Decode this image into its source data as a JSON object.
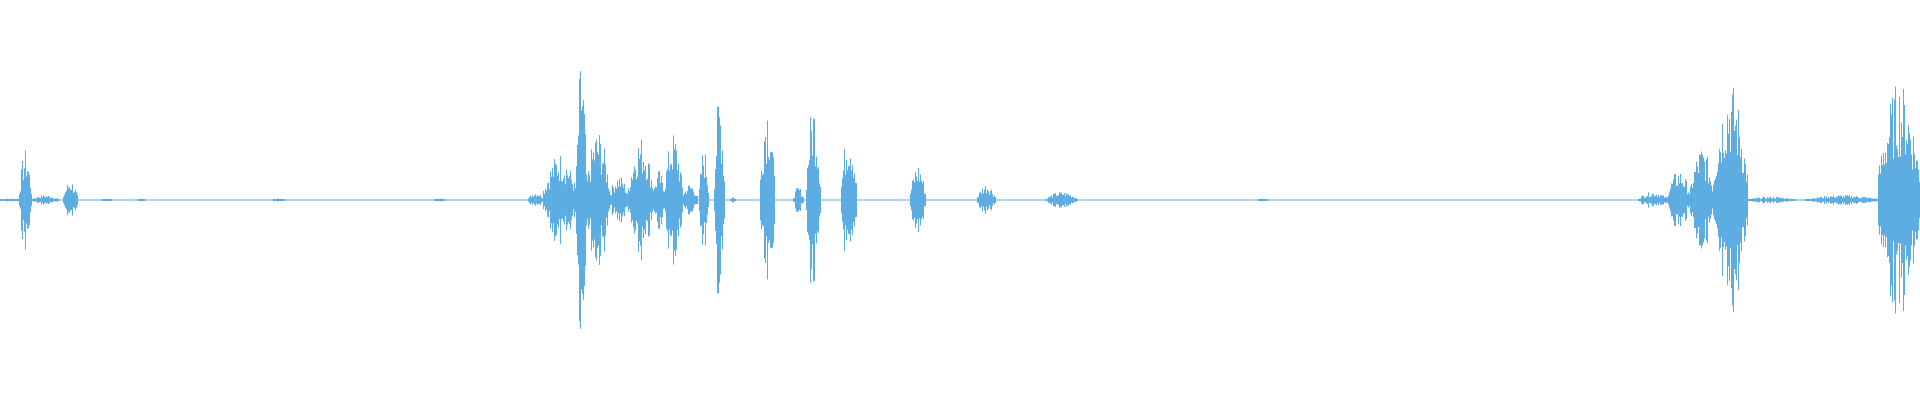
{
  "waveform": {
    "color": "#5dade2",
    "background": "#ffffff",
    "segments": [
      {
        "start": 0.0,
        "end": 0.01,
        "amp": 0.01
      },
      {
        "start": 0.01,
        "end": 0.016,
        "amp": 0.3
      },
      {
        "start": 0.016,
        "end": 0.03,
        "amp": 0.03
      },
      {
        "start": 0.033,
        "end": 0.04,
        "amp": 0.12
      },
      {
        "start": 0.053,
        "end": 0.058,
        "amp": 0.01
      },
      {
        "start": 0.072,
        "end": 0.075,
        "amp": 0.01
      },
      {
        "start": 0.142,
        "end": 0.148,
        "amp": 0.01
      },
      {
        "start": 0.226,
        "end": 0.231,
        "amp": 0.01
      },
      {
        "start": 0.275,
        "end": 0.283,
        "amp": 0.05
      },
      {
        "start": 0.283,
        "end": 0.3,
        "amp": 0.28
      },
      {
        "start": 0.3,
        "end": 0.305,
        "amp": 0.85
      },
      {
        "start": 0.305,
        "end": 0.317,
        "amp": 0.42
      },
      {
        "start": 0.317,
        "end": 0.327,
        "amp": 0.15
      },
      {
        "start": 0.327,
        "end": 0.34,
        "amp": 0.38
      },
      {
        "start": 0.34,
        "end": 0.346,
        "amp": 0.18
      },
      {
        "start": 0.346,
        "end": 0.355,
        "amp": 0.4
      },
      {
        "start": 0.355,
        "end": 0.363,
        "amp": 0.1
      },
      {
        "start": 0.364,
        "end": 0.369,
        "amp": 0.32
      },
      {
        "start": 0.372,
        "end": 0.377,
        "amp": 0.65
      },
      {
        "start": 0.38,
        "end": 0.383,
        "amp": 0.02
      },
      {
        "start": 0.396,
        "end": 0.403,
        "amp": 0.62
      },
      {
        "start": 0.413,
        "end": 0.418,
        "amp": 0.08
      },
      {
        "start": 0.42,
        "end": 0.427,
        "amp": 0.6
      },
      {
        "start": 0.438,
        "end": 0.446,
        "amp": 0.45
      },
      {
        "start": 0.474,
        "end": 0.482,
        "amp": 0.22
      },
      {
        "start": 0.509,
        "end": 0.518,
        "amp": 0.1
      },
      {
        "start": 0.545,
        "end": 0.561,
        "amp": 0.05
      },
      {
        "start": 0.655,
        "end": 0.66,
        "amp": 0.01
      },
      {
        "start": 0.853,
        "end": 0.868,
        "amp": 0.05
      },
      {
        "start": 0.868,
        "end": 0.88,
        "amp": 0.18
      },
      {
        "start": 0.88,
        "end": 0.892,
        "amp": 0.32
      },
      {
        "start": 0.892,
        "end": 0.91,
        "amp": 0.7
      },
      {
        "start": 0.91,
        "end": 0.935,
        "amp": 0.02
      },
      {
        "start": 0.94,
        "end": 0.978,
        "amp": 0.03
      },
      {
        "start": 0.978,
        "end": 1.0,
        "amp": 0.7
      }
    ]
  }
}
